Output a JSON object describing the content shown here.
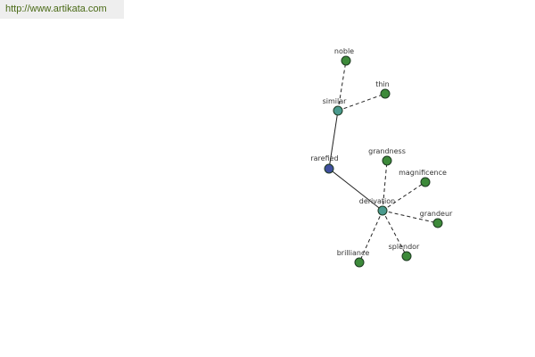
{
  "site_link": "http://www.artikata.com",
  "colors": {
    "root": "#3f4f9e",
    "hub": "#4a9a8e",
    "leaf": "#3d8a3a",
    "node_outline": "#1e3a22",
    "edge": "#222222",
    "site_link": "#4a6a16",
    "site_bar": "#eeeeee"
  },
  "graph": {
    "nodes": [
      {
        "id": "rarefied",
        "label": "rarefied",
        "kind": "root"
      },
      {
        "id": "similar",
        "label": "similar",
        "kind": "hub"
      },
      {
        "id": "derivation",
        "label": "derivation",
        "kind": "hub"
      },
      {
        "id": "noble",
        "label": "noble",
        "kind": "leaf"
      },
      {
        "id": "thin",
        "label": "thin",
        "kind": "leaf"
      },
      {
        "id": "grandness",
        "label": "grandness",
        "kind": "leaf"
      },
      {
        "id": "magnificence",
        "label": "magnificence",
        "kind": "leaf"
      },
      {
        "id": "grandeur",
        "label": "grandeur",
        "kind": "leaf"
      },
      {
        "id": "splendor",
        "label": "splendor",
        "kind": "leaf"
      },
      {
        "id": "brilliance",
        "label": "brilliance",
        "kind": "leaf"
      }
    ],
    "edges": [
      {
        "from": "rarefied",
        "to": "similar",
        "style": "solid"
      },
      {
        "from": "rarefied",
        "to": "derivation",
        "style": "solid"
      },
      {
        "from": "similar",
        "to": "noble",
        "style": "dashed"
      },
      {
        "from": "similar",
        "to": "thin",
        "style": "dashed"
      },
      {
        "from": "derivation",
        "to": "grandness",
        "style": "dashed"
      },
      {
        "from": "derivation",
        "to": "magnificence",
        "style": "dashed"
      },
      {
        "from": "derivation",
        "to": "grandeur",
        "style": "dashed"
      },
      {
        "from": "derivation",
        "to": "splendor",
        "style": "dashed"
      },
      {
        "from": "derivation",
        "to": "brilliance",
        "style": "dashed"
      }
    ]
  }
}
